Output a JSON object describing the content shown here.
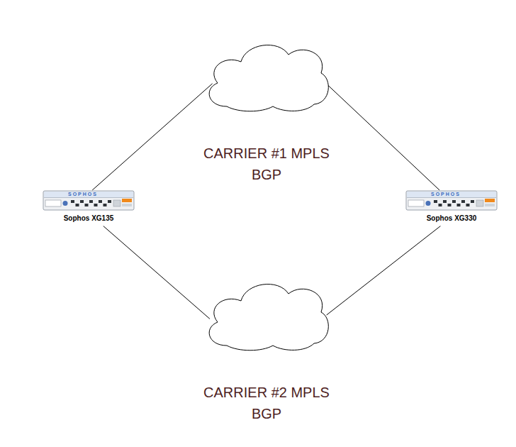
{
  "diagram": {
    "nodes": [
      {
        "text": [
          "CARRIER #1 MPLS BGP"
        ]
      },
      {
        "text": [
          "Sophos XG135"
        ]
      },
      {
        "text": [
          "Sophos XG330"
        ]
      },
      {
        "text": [
          "CARRIER #2 MPLS BGP"
        ]
      }
    ],
    "edges": [
      {
        "from": 1,
        "to": 0,
        "arrow": "none"
      },
      {
        "from": 0,
        "to": 2,
        "arrow": "none"
      },
      {
        "from": 1,
        "to": 3,
        "arrow": "none"
      },
      {
        "from": 3,
        "to": 2,
        "arrow": "none"
      }
    ],
    "labels": [
      "SOPHOS",
      "SOPHOS"
    ]
  }
}
